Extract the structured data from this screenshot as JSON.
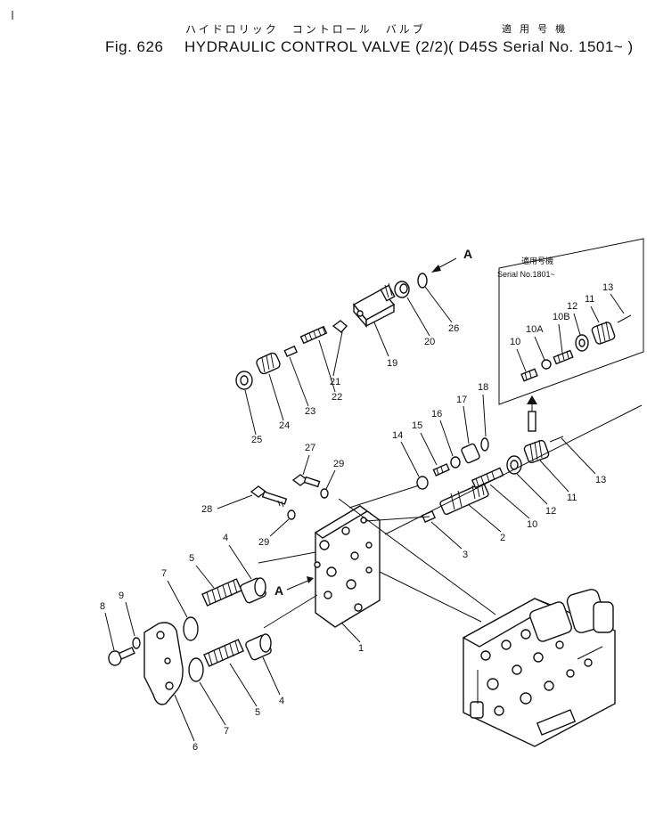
{
  "header": {
    "jp_title": "ハイドロリック　コントロール　バルブ",
    "fig_label": "Fig. 626",
    "title": "HYDRAULIC CONTROL VALVE (2/2)",
    "jp_applicable": "適 用 号 機",
    "applicable": "( D45S Serial No. 1501~ )"
  },
  "inset": {
    "jp_note": "適用号機",
    "serial_note": "Serial No.1801~"
  },
  "view_marker": "A",
  "part_labels": {
    "p1": "1",
    "p2": "2",
    "p3": "3",
    "p4a": "4",
    "p4b": "4",
    "p5a": "5",
    "p5b": "5",
    "p6": "6",
    "p7a": "7",
    "p7b": "7",
    "p8": "8",
    "p9": "9",
    "p10": "10",
    "p10i": "10",
    "p10a": "10A",
    "p10b": "10B",
    "p11": "11",
    "p11i": "11",
    "p12": "12",
    "p12i": "12",
    "p13": "13",
    "p13i": "13",
    "p14": "14",
    "p15": "15",
    "p16": "16",
    "p17": "17",
    "p18": "18",
    "p19": "19",
    "p20": "20",
    "p21": "21",
    "p22": "22",
    "p23": "23",
    "p24": "24",
    "p25": "25",
    "p26": "26",
    "p27": "27",
    "p28": "28",
    "p29a": "29",
    "p29b": "29"
  }
}
